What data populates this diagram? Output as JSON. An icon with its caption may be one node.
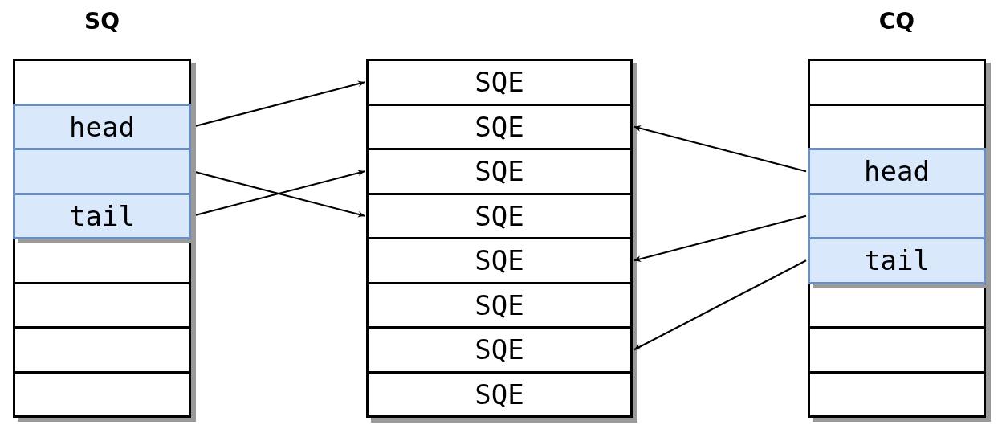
{
  "diagram": {
    "nodes": [
      {
        "text": [
          "SQ"
        ]
      },
      {
        "text": [],
        "shape": "box",
        "in": 0
      },
      {
        "text": [
          "head"
        ],
        "in": 0
      },
      {
        "text": [],
        "shape": "box",
        "in": 0
      },
      {
        "text": [
          "tail"
        ],
        "in": 0
      },
      {
        "text": [],
        "shape": "box",
        "in": 0
      },
      {
        "text": [],
        "shape": "box",
        "in": 0
      },
      {
        "text": [],
        "shape": "box",
        "in": 0
      },
      {
        "text": [],
        "shape": "box",
        "in": 0
      },
      {
        "text": [],
        "shape": "box"
      },
      {
        "text": [
          "SQE"
        ],
        "in": 9
      },
      {
        "text": [
          "SQE"
        ],
        "in": 9
      },
      {
        "text": [
          "SQE"
        ],
        "in": 9
      },
      {
        "text": [
          "SQE"
        ],
        "in": 9
      },
      {
        "text": [
          "SQE"
        ],
        "in": 9
      },
      {
        "text": [
          "SQE"
        ],
        "in": 9
      },
      {
        "text": [
          "SQE"
        ],
        "in": 9
      },
      {
        "text": [
          "SQE"
        ],
        "in": 9
      },
      {
        "text": [
          "CQ"
        ]
      },
      {
        "text": [],
        "shape": "box",
        "in": 18
      },
      {
        "text": [],
        "shape": "box",
        "in": 18
      },
      {
        "text": [
          "head"
        ],
        "in": 18
      },
      {
        "text": [],
        "shape": "box",
        "in": 18
      },
      {
        "text": [
          "tail"
        ],
        "in": 18
      },
      {
        "text": [],
        "shape": "box",
        "in": 18
      },
      {
        "text": [],
        "shape": "box",
        "in": 18
      },
      {
        "text": [],
        "shape": "box",
        "in": 18
      }
    ],
    "edges": [
      {
        "from": 2,
        "to": 10,
        "arrow": "to"
      },
      {
        "from": 3,
        "to": 13,
        "arrow": "to"
      },
      {
        "from": 4,
        "to": 12,
        "arrow": "to"
      },
      {
        "from": 21,
        "to": 11,
        "arrow": "to"
      },
      {
        "from": 22,
        "to": 14,
        "arrow": "to"
      },
      {
        "from": 23,
        "to": 16,
        "arrow": "to"
      }
    ]
  }
}
